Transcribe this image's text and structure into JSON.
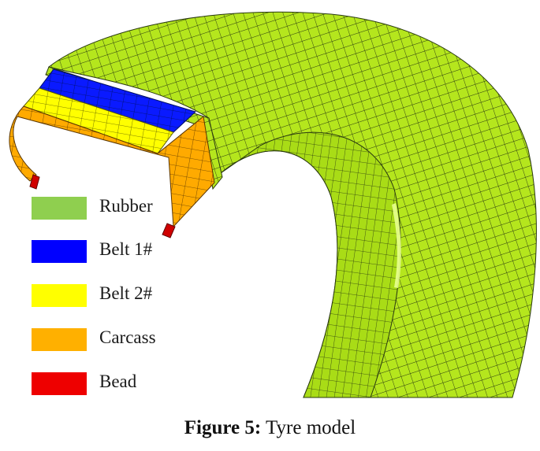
{
  "colors": {
    "rubber": "#b5e61d",
    "belt1": "#0a1aff",
    "belt2": "#ffff00",
    "carcass": "#ffaa00",
    "bead": "#e00000",
    "mesh": "#2a3a10"
  },
  "legend": [
    {
      "label": "Rubber",
      "color": "#8fcf4f"
    },
    {
      "label": "Belt 1#",
      "color": "#0000ff"
    },
    {
      "label": "Belt 2#",
      "color": "#ffff00"
    },
    {
      "label": "Carcass",
      "color": "#ffb000"
    },
    {
      "label": "Bead",
      "color": "#ee0000"
    }
  ],
  "caption": {
    "label": "Figure 5:",
    "text": " Tyre model"
  }
}
